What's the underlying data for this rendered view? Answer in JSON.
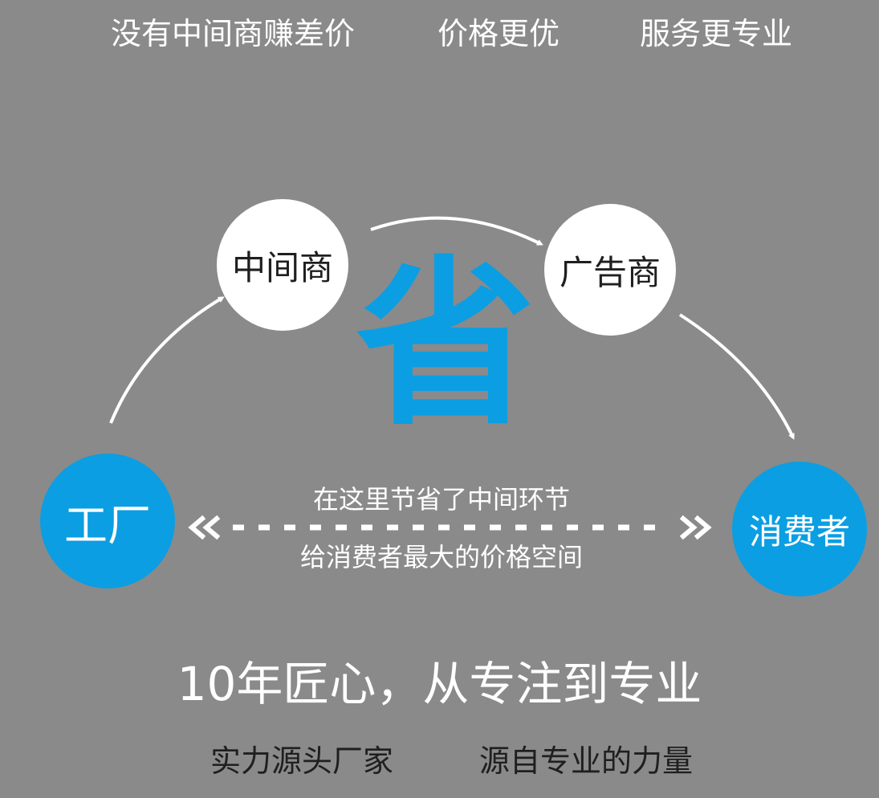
{
  "top_slogans": [
    "没有中间商赚差价",
    "价格更优",
    "服务更专业"
  ],
  "nodes": {
    "middleman": "中间商",
    "advertiser": "广告商",
    "factory": "工厂",
    "consumer": "消费者"
  },
  "center_char": "省",
  "savings_text": {
    "line1": "在这里节省了中间环节",
    "line2": "给消费者最大的价格空间"
  },
  "headline": "10年匠心，从专注到专业",
  "bottom_slogans": [
    "实力源头厂家",
    "源自专业的力量"
  ],
  "colors": {
    "background": "#8a8a8a",
    "accent_blue": "#0b9ee3",
    "node_white": "#ffffff",
    "dark_text": "#1f1f1f"
  }
}
